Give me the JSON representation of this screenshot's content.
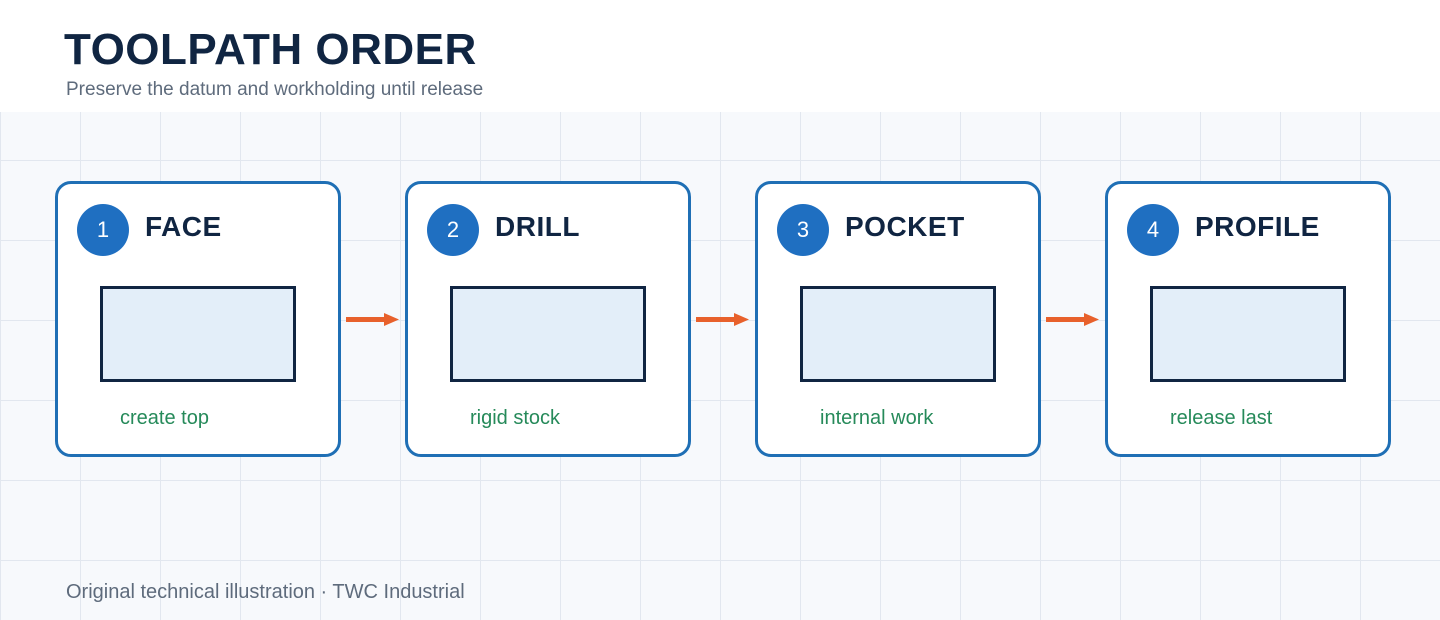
{
  "header": {
    "title": "TOOLPATH ORDER",
    "subtitle": "Preserve the datum and workholding until release"
  },
  "steps": [
    {
      "number": "1",
      "title": "FACE",
      "note": "create top"
    },
    {
      "number": "2",
      "title": "DRILL",
      "note": "rigid stock"
    },
    {
      "number": "3",
      "title": "POCKET",
      "note": "internal work"
    },
    {
      "number": "4",
      "title": "PROFILE",
      "note": "release last"
    }
  ],
  "footer": {
    "text": "Original technical illustration · TWC Industrial"
  },
  "colors": {
    "card_border": "#1f6fb5",
    "badge": "#1f6fc1",
    "title_text": "#102542",
    "note_text": "#268a5a",
    "arrow": "#e8612c",
    "stock_fill": "#e3eef9"
  },
  "icons": {
    "connector": "right-arrow-icon"
  }
}
